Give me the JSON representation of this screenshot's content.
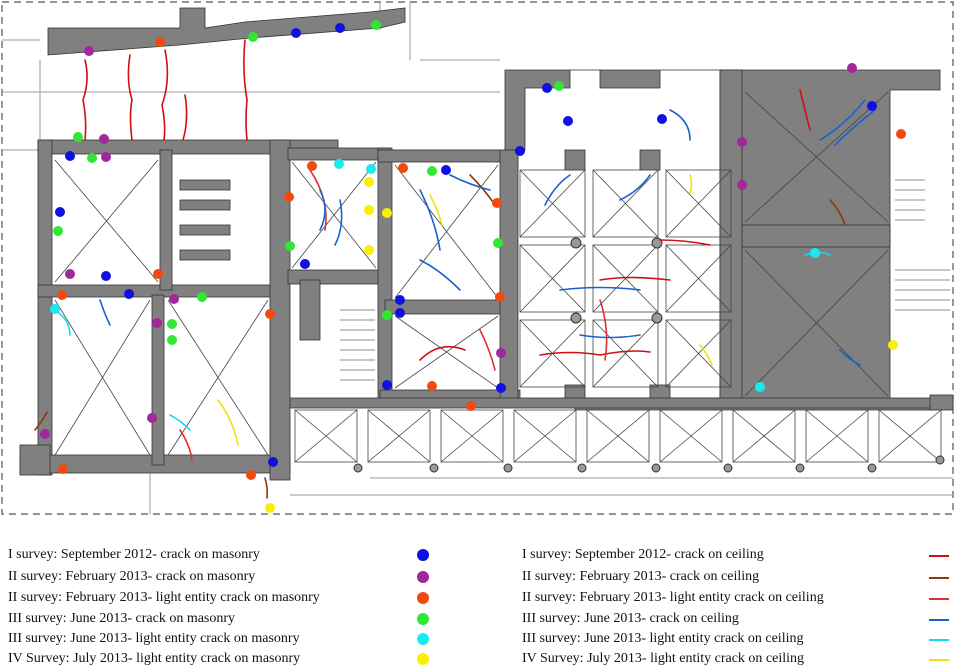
{
  "colors": {
    "wall": "#808080",
    "thin_line": "#9a9a9a",
    "frame": "#555555",
    "masonry": {
      "september_2012": "#1010e0",
      "february_2013": "#a0289a",
      "february_2013_light": "#f04a10",
      "june_2013": "#33e633",
      "june_2013_light": "#19e9f0",
      "july_2013_light": "#f8f000"
    },
    "ceiling": {
      "september_2012": "#d01010",
      "february_2013": "#8b3a10",
      "february_2013_light": "#e03030",
      "june_2013": "#1a60d0",
      "june_2013_light": "#19d8f0",
      "july_2013_light": "#f0e010"
    }
  },
  "legend": {
    "masonry": [
      {
        "label": "I survey: September 2012- crack on masonry",
        "color_key": "september_2012"
      },
      {
        "label": "II survey: February 2013- crack on masonry",
        "color_key": "february_2013"
      },
      {
        "label": "II survey: February 2013- light entity crack on masonry",
        "color_key": "february_2013_light"
      },
      {
        "label": "III survey: June 2013- crack on masonry",
        "color_key": "june_2013"
      },
      {
        "label": "III survey: June 2013- light entity crack on masonry",
        "color_key": "june_2013_light"
      },
      {
        "label": "IV Survey: July 2013- light entity crack on masonry",
        "color_key": "july_2013_light"
      }
    ],
    "ceiling": [
      {
        "label": "I survey: September 2012- crack on ceiling",
        "color_key": "september_2012"
      },
      {
        "label": "II survey: February 2013- crack on ceiling",
        "color_key": "february_2013"
      },
      {
        "label": "II survey: February 2013- light entity crack on ceiling",
        "color_key": "february_2013_light"
      },
      {
        "label": "III survey: June 2013- crack on ceiling",
        "color_key": "june_2013"
      },
      {
        "label": "III survey: June 2013- light entity crack on ceiling",
        "color_key": "june_2013_light"
      },
      {
        "label": "IV Survey: July 2013- light entity crack on ceiling",
        "color_key": "july_2013_light"
      }
    ]
  }
}
